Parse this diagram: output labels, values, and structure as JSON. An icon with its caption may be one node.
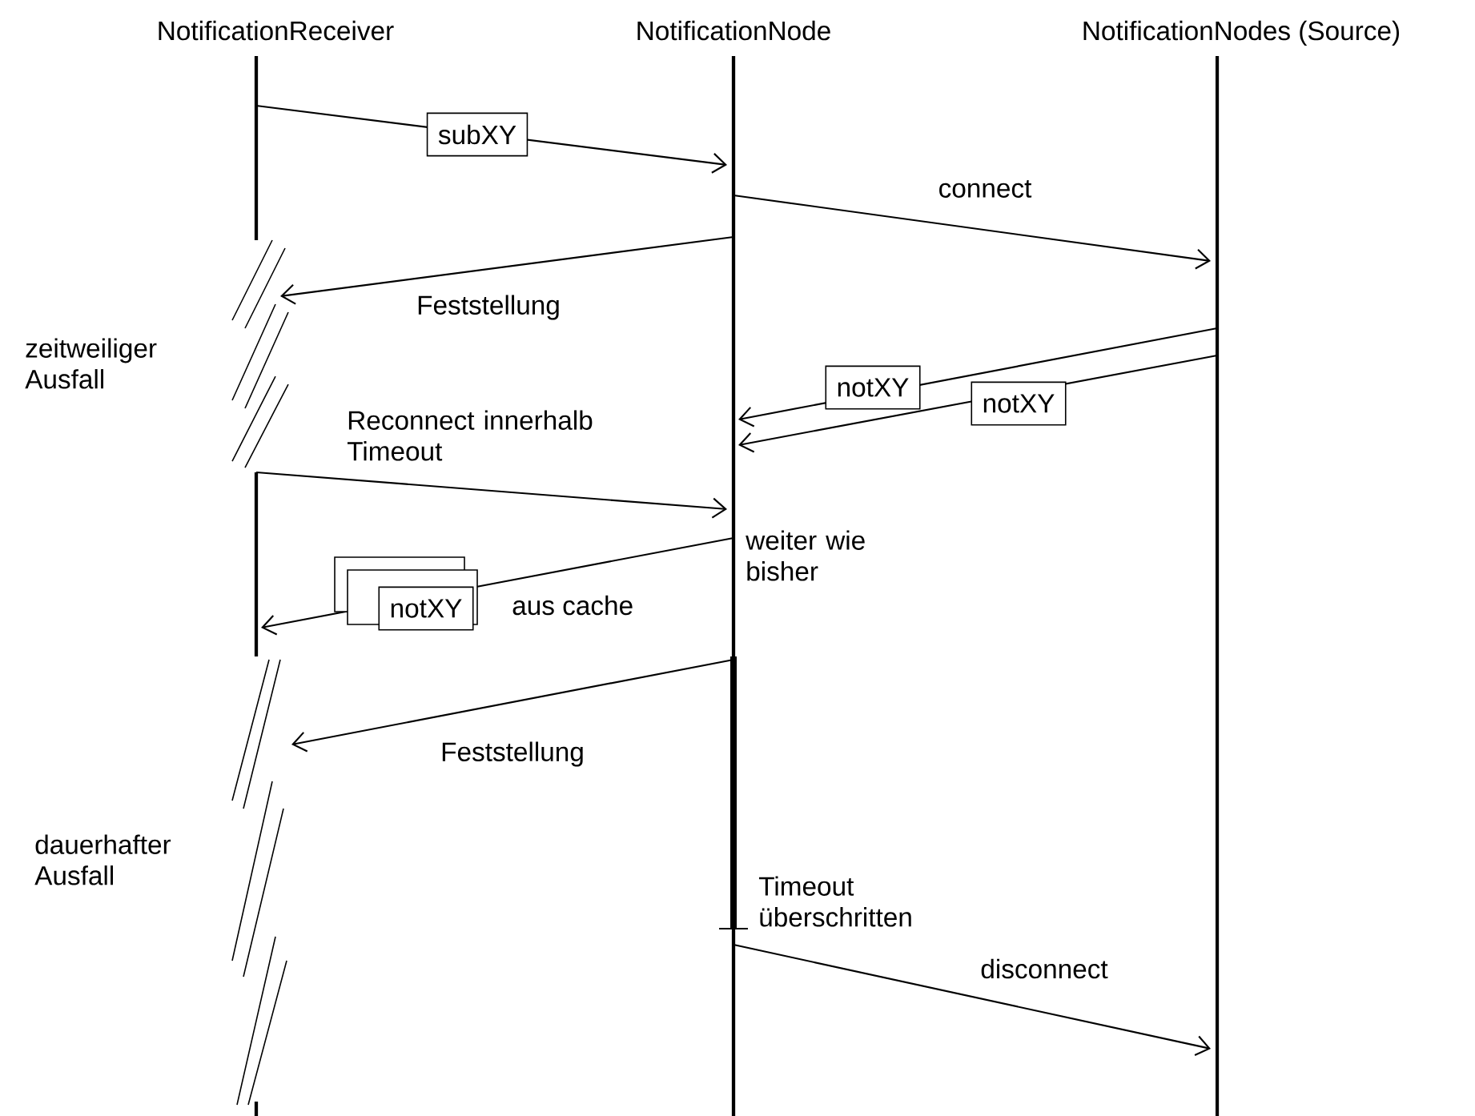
{
  "diagram": {
    "nodes": [
      {
        "text": [
          "NotificationReceiver"
        ]
      },
      {
        "text": [
          "NotificationNode"
        ]
      },
      {
        "text": [
          "NotificationNodes (Source)"
        ]
      }
    ],
    "edges": [
      {
        "from": 0,
        "to": 1,
        "arrow": "to",
        "label": "subXY"
      },
      {
        "from": 1,
        "to": 2,
        "arrow": "to",
        "label": "connect"
      },
      {
        "from": 1,
        "to": 0,
        "arrow": "to",
        "label": "Feststellung"
      },
      {
        "from": 2,
        "to": 1,
        "arrow": "to",
        "label": "notXY"
      },
      {
        "from": 2,
        "to": 1,
        "arrow": "to",
        "label": "notXY"
      },
      {
        "from": 0,
        "to": 1,
        "arrow": "to",
        "label": "Reconnect innerhalb Timeout"
      },
      {
        "from": 1,
        "to": 0,
        "arrow": "to",
        "label": "notXY"
      },
      {
        "from": 1,
        "to": 0,
        "arrow": "to",
        "label": "Feststellung"
      },
      {
        "from": 1,
        "to": 2,
        "arrow": "to",
        "label": "disconnect"
      }
    ],
    "labels": [
      "zeitweiliger Ausfall",
      "weiter wie bisher",
      "aus cache",
      "dauerhafter Ausfall",
      "Timeout überschritten"
    ]
  }
}
